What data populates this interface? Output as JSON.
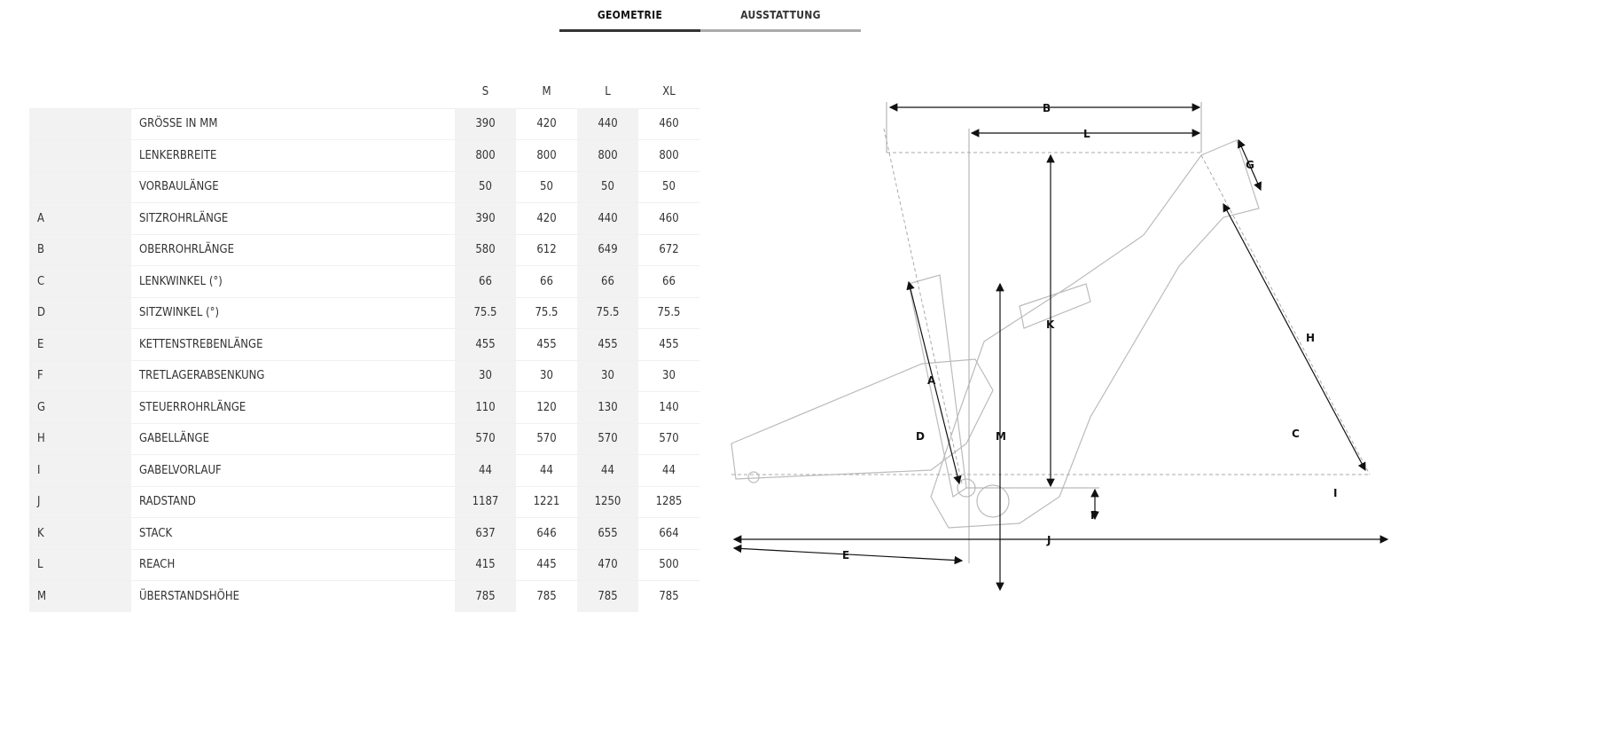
{
  "tabs": [
    {
      "label": "GEOMETRIE",
      "active": true
    },
    {
      "label": "AUSSTATTUNG",
      "active": false
    }
  ],
  "table": {
    "sizes": [
      "S",
      "M",
      "L",
      "XL"
    ],
    "rows": [
      {
        "letter": "",
        "name": "GRÖSSE IN MM",
        "values": [
          "390",
          "420",
          "440",
          "460"
        ]
      },
      {
        "letter": "",
        "name": "LENKERBREITE",
        "values": [
          "800",
          "800",
          "800",
          "800"
        ]
      },
      {
        "letter": "",
        "name": "VORBAULÄNGE",
        "values": [
          "50",
          "50",
          "50",
          "50"
        ]
      },
      {
        "letter": "A",
        "name": "SITZROHRLÄNGE",
        "values": [
          "390",
          "420",
          "440",
          "460"
        ]
      },
      {
        "letter": "B",
        "name": "OBERROHRLÄNGE",
        "values": [
          "580",
          "612",
          "649",
          "672"
        ]
      },
      {
        "letter": "C",
        "name": "LENKWINKEL (°)",
        "values": [
          "66",
          "66",
          "66",
          "66"
        ]
      },
      {
        "letter": "D",
        "name": "SITZWINKEL (°)",
        "values": [
          "75.5",
          "75.5",
          "75.5",
          "75.5"
        ]
      },
      {
        "letter": "E",
        "name": "KETTENSTREBENLÄNGE",
        "values": [
          "455",
          "455",
          "455",
          "455"
        ]
      },
      {
        "letter": "F",
        "name": "TRETLAGERABSENKUNG",
        "values": [
          "30",
          "30",
          "30",
          "30"
        ]
      },
      {
        "letter": "G",
        "name": "STEUERROHRLÄNGE",
        "values": [
          "110",
          "120",
          "130",
          "140"
        ]
      },
      {
        "letter": "H",
        "name": "GABELLÄNGE",
        "values": [
          "570",
          "570",
          "570",
          "570"
        ]
      },
      {
        "letter": "I",
        "name": "GABELVORLAUF",
        "values": [
          "44",
          "44",
          "44",
          "44"
        ]
      },
      {
        "letter": "J",
        "name": "RADSTAND",
        "values": [
          "1187",
          "1221",
          "1250",
          "1285"
        ]
      },
      {
        "letter": "K",
        "name": "STACK",
        "values": [
          "637",
          "646",
          "655",
          "664"
        ]
      },
      {
        "letter": "L",
        "name": "REACH",
        "values": [
          "415",
          "445",
          "470",
          "500"
        ]
      },
      {
        "letter": "M",
        "name": "ÜBERSTANDSHÖHE",
        "values": [
          "785",
          "785",
          "785",
          "785"
        ]
      }
    ]
  },
  "diagram": {
    "labels": {
      "A": "A",
      "B": "B",
      "C": "C",
      "D": "D",
      "E": "E",
      "F": "F",
      "G": "G",
      "H": "H",
      "I": "I",
      "J": "J",
      "K": "K",
      "L": "L",
      "M": "M"
    }
  }
}
